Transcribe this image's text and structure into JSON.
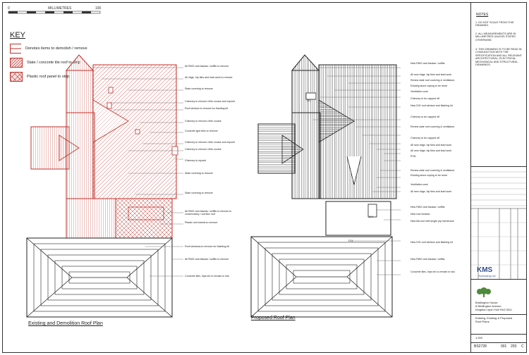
{
  "scale_bar": {
    "units": "MILLIMETRES",
    "start": "0",
    "end": "100"
  },
  "key": {
    "title": "KEY",
    "items": [
      {
        "label": "Denotes items to demolish / remove"
      },
      {
        "label": "Slate / concrete tile roof to strip"
      },
      {
        "label": "Plastic roof panel to strip"
      }
    ]
  },
  "existing_plan": {
    "title": "Existing and Demolition Roof Plan",
    "annotations": [
      "All RWG and fascias / soffits to remove",
      "All ridge, hip tiles and lead work to remove",
      "Slate covering to remove",
      "Chimney to remove c/fire course and repoint",
      "Roof window to remove inc flashing kit",
      "Chimney to remove c/fire course",
      "Concrete type tiles to remove",
      "Chimney to remove c/fire course and repoint",
      "Chimney to remove c/fire course",
      "Chimney to repoint",
      "Slate covering to remove",
      "Slate covering to remove",
      "All RWG and fascias / soffits to remove to conservatory / corridor roof",
      "Plastic roof sheets to remove",
      "Roof windows to remove inc flashing kit",
      "All RWG and fascias / soffits to remove",
      "Concrete tiles, hips etc to remain in situ"
    ]
  },
  "proposed_plan": {
    "title": "Proposed Roof Plan",
    "annotations": [
      "New RWG and fascias / soffits",
      "All new ridge, hip tiles and lead work",
      "Renew slate roof covering & ventilators",
      "Existing stone coping to be reset",
      "Ventilation cowl",
      "Chimney to be capped off",
      "New D/G roof window and flashing kit",
      "Chimney to be capped off",
      "Renew slate roof covering & ventilators",
      "Chimney to be capped off",
      "All new ridge, hip tiles and lead work",
      "All new ridge, hip tiles and lead work",
      "PVN",
      "Renew slate roof covering & ventilators",
      "Existing stone coping to be reset",
      "Ventilation cowl",
      "All new ridge, hip tiles and lead work",
      "New RWG and fascias / soffits",
      "New roof window",
      "New flat roof with single ply membrane",
      "New D/G roof window and flashing kit",
      "New RWG and fascias / soffits",
      "Concrete tiles, hips etc to remain in situ"
    ],
    "labels": [
      "D/1",
      "D/1",
      "D/4"
    ]
  },
  "notes": {
    "title": "NOTES",
    "items": [
      "1. DO NOT SCALE FROM THIS DRAWING.",
      "2. ALL MEASUREMENTS ARE IN MILLIMETRES UNLESS STATED OTHERWISE.",
      "3. THIS DRAWING IS TO BE READ IN CONJUNCTION WITH THE SPECIFICATION AND ALL RELEVANT ARCHITECTURAL, ELECTRICAL, MECHANICAL AND STRUCTURAL DRAWINGS."
    ]
  },
  "title_block": {
    "company": "KMS",
    "company_sub": "Surveying Ltd",
    "address": [
      "Bridlington House",
      "8 Bridlington Avenue",
      "Kingston upon Hull HU2 0DU"
    ],
    "drawing_title": [
      "Existing, Existing & Proposed",
      "Roof Plans"
    ],
    "scale": "1:200",
    "drawing_no": "BS2728",
    "sheet": "001",
    "ref": "203",
    "rev": "C"
  },
  "colors": {
    "demolish": "#c0302a",
    "line": "#222222",
    "brand": "#2f4f8a",
    "tree": "#4e8a3a"
  }
}
